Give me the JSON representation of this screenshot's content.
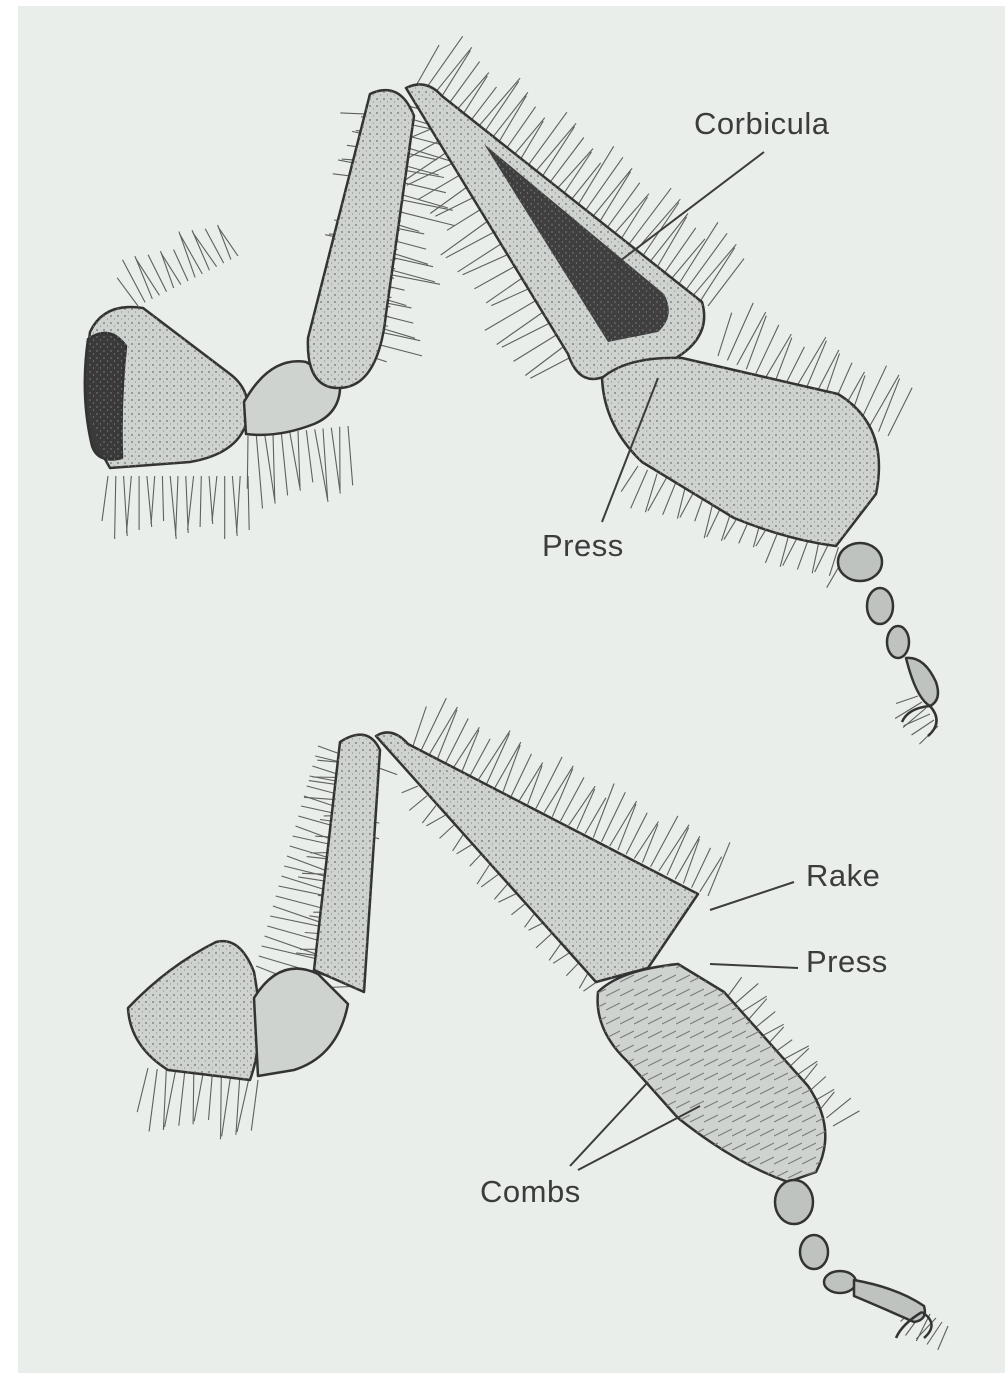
{
  "labels": {
    "corbicula": "Corbicula",
    "press_top": "Press",
    "rake": "Rake",
    "press_bottom": "Press",
    "combs": "Combs"
  },
  "colors": {
    "background": "#e9eeea",
    "segment_fill": "#cfd3cf",
    "ink": "#333333",
    "hair": "#5e605e",
    "label": "#3c3c3c"
  }
}
